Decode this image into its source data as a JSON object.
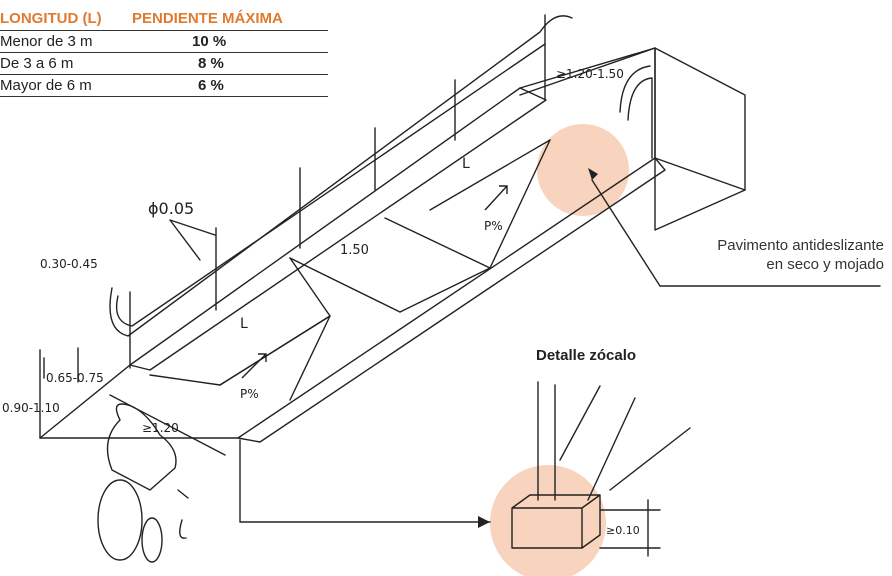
{
  "table": {
    "header": {
      "length": "LONGITUD (L)",
      "slope": "PENDIENTE MÁXIMA"
    },
    "rows": [
      {
        "length": "Menor de 3 m",
        "slope": "10 %"
      },
      {
        "length": "De 3 a 6 m",
        "slope": "8 %"
      },
      {
        "length": "Mayor de 6 m",
        "slope": "6 %"
      }
    ]
  },
  "notes": {
    "pavement_line1": "Pavimento antideslizante",
    "pavement_line2": "en seco y mojado",
    "plinth_title": "Detalle zócalo"
  },
  "dimensions": {
    "handrail_diameter": "ϕ0.05",
    "handrail_extension": "0.30-0.45",
    "landing_length": "1.50",
    "top_width": "≥1.20-1.50",
    "bottom_width": "≥1.20",
    "lower_rail_height": "0.65-0.75",
    "upper_rail_height": "0.90-1.10",
    "length_label_upper": "L",
    "length_label_lower": "L",
    "slope_label_upper": "P%",
    "slope_label_lower": "P%",
    "plinth_height": "≥0.10"
  },
  "colors": {
    "accent": "#e07a2e",
    "highlight": "#f8d3bd",
    "line": "#222222"
  }
}
